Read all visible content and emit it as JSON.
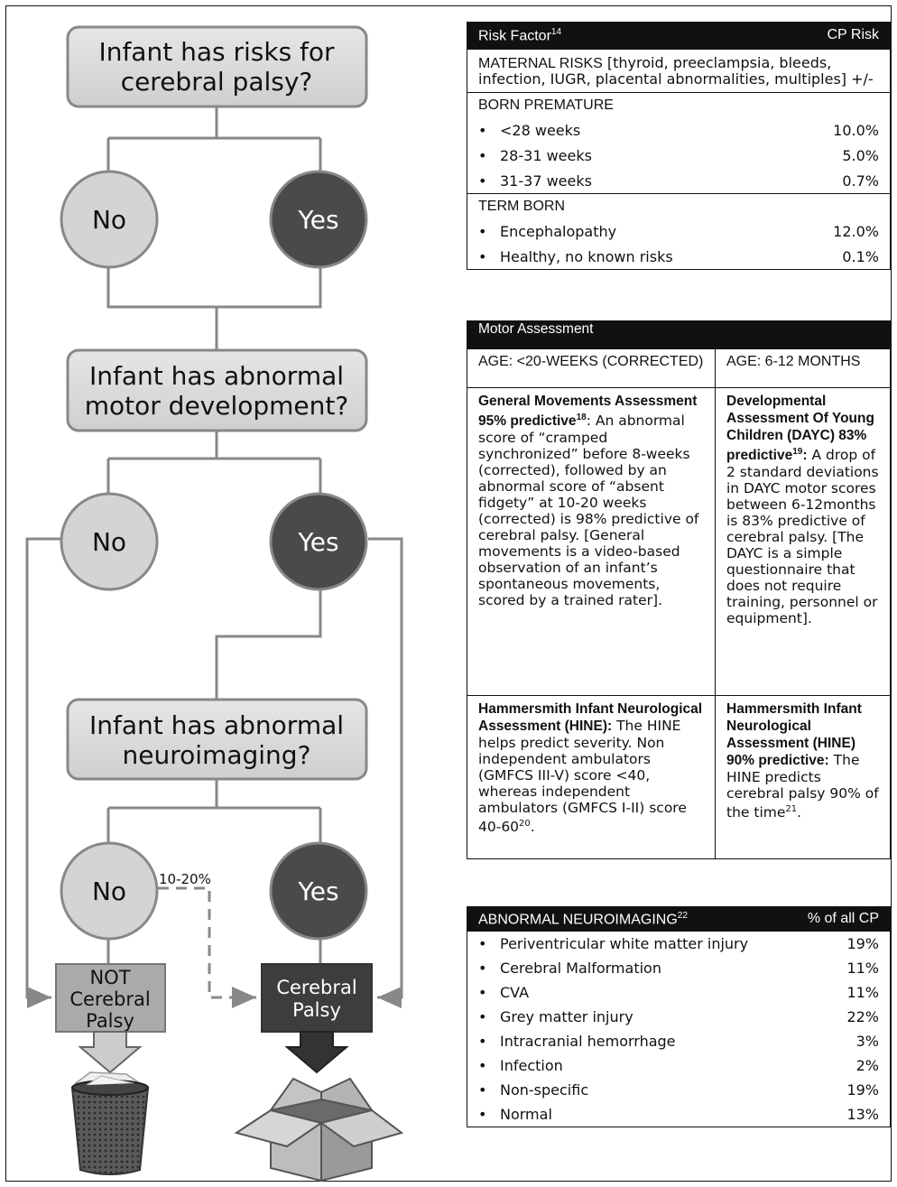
{
  "flowchart": {
    "q1": [
      "Infant has risks for",
      "cerebral palsy?"
    ],
    "q2": [
      "Infant has abnormal",
      "motor development?"
    ],
    "q3": [
      "Infant has abnormal",
      "neuroimaging?"
    ],
    "no": "No",
    "yes": "Yes",
    "pct_label": "10-20%",
    "not_cp": [
      "NOT",
      "Cerebral",
      "Palsy"
    ],
    "cp": [
      "Cerebral",
      "Palsy"
    ]
  },
  "risk_table": {
    "header_left": "Risk Factor",
    "header_sup": "14",
    "header_right": "CP Risk",
    "maternal_label": "MATERNAL RISKS",
    "maternal_text": " [thyroid, preeclampsia, bleeds, infection, IUGR, placental abnormalities, multiples] +/-",
    "premature_label": "BORN PREMATURE",
    "premature": [
      {
        "label": "<28 weeks",
        "value": "10.0%"
      },
      {
        "label": "28-31 weeks",
        "value": "5.0%"
      },
      {
        "label": "31-37 weeks",
        "value": "0.7%"
      }
    ],
    "term_label": "TERM BORN",
    "term": [
      {
        "label": "Encephalopathy",
        "value": "12.0%"
      },
      {
        "label": "Healthy, no known risks",
        "value": "0.1%"
      }
    ]
  },
  "motor_table": {
    "header": "Motor Assessment",
    "age_left": "AGE: <20-WEEKS (CORRECTED)",
    "age_right": "AGE: 6-12 MONTHS",
    "gma_bold": "General Movements Assessment 95% predictive",
    "gma_sup": "18",
    "gma_text": ": An abnormal score of “cramped synchronized” before 8-weeks (corrected), followed by an abnormal score of “absent fidgety” at 10-20 weeks (corrected) is 98% predictive of cerebral palsy. [General movements is a video-based observation of an infant’s spontaneous movements, scored by a trained rater].",
    "dayc_bold": "Developmental Assessment Of Young Children (DAYC) 83% predictive",
    "dayc_sup": "19",
    "dayc_bold_tail": ":",
    "dayc_text": " A drop of 2 standard deviations in DAYC motor scores between 6-12months is 83% predictive of cerebral palsy. [The DAYC is a simple questionnaire that does not require training, personnel or equipment].",
    "hine1_bold": "Hammersmith Infant Neurological Assessment (HINE):",
    "hine1_text": " The HINE helps predict severity. Non independent ambulators (GMFCS III-V) score <40, whereas independent ambulators (GMFCS I-II) score 40-60",
    "hine1_sup": "20",
    "hine1_end": ".",
    "hine2_bold": "Hammersmith Infant Neurological Assessment (HINE) 90% predictive:",
    "hine2_text": " The HINE predicts cerebral palsy 90% of the time",
    "hine2_sup": "21",
    "hine2_end": "."
  },
  "neuro_table": {
    "header_left": "ABNORMAL NEUROIMAGING",
    "header_sup": "22",
    "header_right": "% of all CP",
    "rows": [
      {
        "label": "Periventricular white matter injury",
        "value": "19%"
      },
      {
        "label": "Cerebral Malformation",
        "value": "11%"
      },
      {
        "label": "CVA",
        "value": "11%"
      },
      {
        "label": "Grey matter injury",
        "value": "22%"
      },
      {
        "label": "Intracranial hemorrhage",
        "value": "3%"
      },
      {
        "label": "Infection",
        "value": "2%"
      },
      {
        "label": "Non-specific",
        "value": "19%"
      },
      {
        "label": "Normal",
        "value": "13%"
      }
    ]
  },
  "bullet": "•"
}
